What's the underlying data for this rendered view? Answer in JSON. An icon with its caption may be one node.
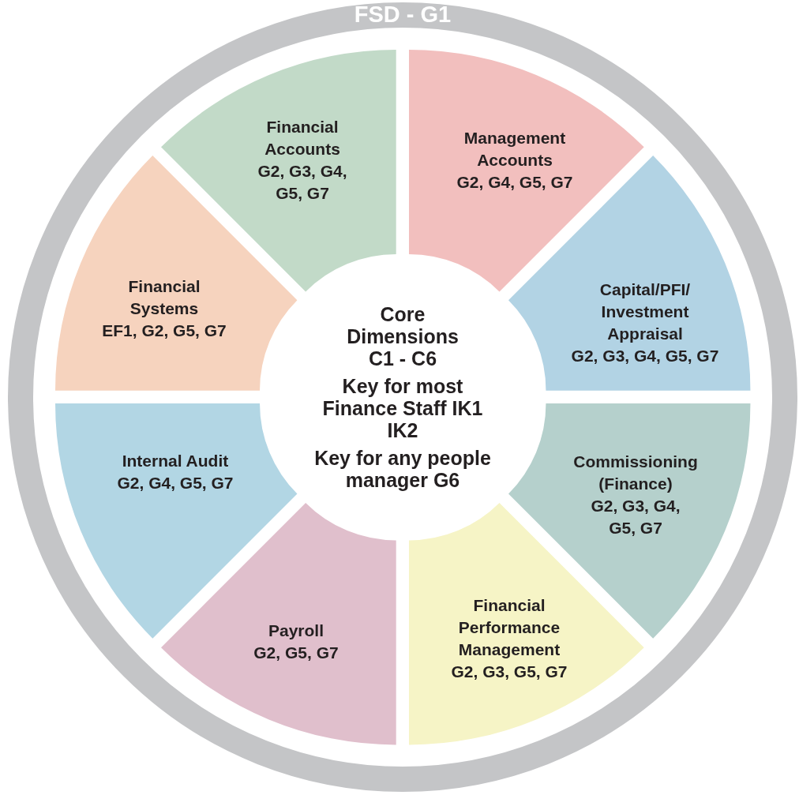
{
  "diagram": {
    "nodes": [
      {
        "text": [
          "FSD - G1"
        ]
      },
      {
        "text": [
          "Core Dimensions C1 - C6",
          "Key for most Finance Staff IK1  IK2",
          "Key for any people manager G6"
        ],
        "in": 0
      },
      {
        "text": [
          "Financial Accounts",
          "G2, G3, G4, G5, G7"
        ],
        "in": 0
      },
      {
        "text": [
          "Management Accounts",
          "G2, G4, G5, G7"
        ],
        "in": 0
      },
      {
        "text": [
          "Financial Systems",
          "EF1, G2, G5, G7"
        ],
        "in": 0
      },
      {
        "text": [
          "Capital/PFI/ Investment Appraisal",
          "G2, G3, G4, G5, G7"
        ],
        "in": 0
      },
      {
        "text": [
          "Internal Audit",
          "G2, G4, G5, G7"
        ],
        "in": 0
      },
      {
        "text": [
          "Commissioning (Finance)",
          "G2, G3, G4, G5, G7"
        ],
        "in": 0
      },
      {
        "text": [
          "Payroll",
          "G2, G5, G7"
        ],
        "in": 0
      },
      {
        "text": [
          "Financial Performance Management",
          "G2, G3, G5, G7"
        ],
        "in": 0
      }
    ],
    "edges": []
  }
}
